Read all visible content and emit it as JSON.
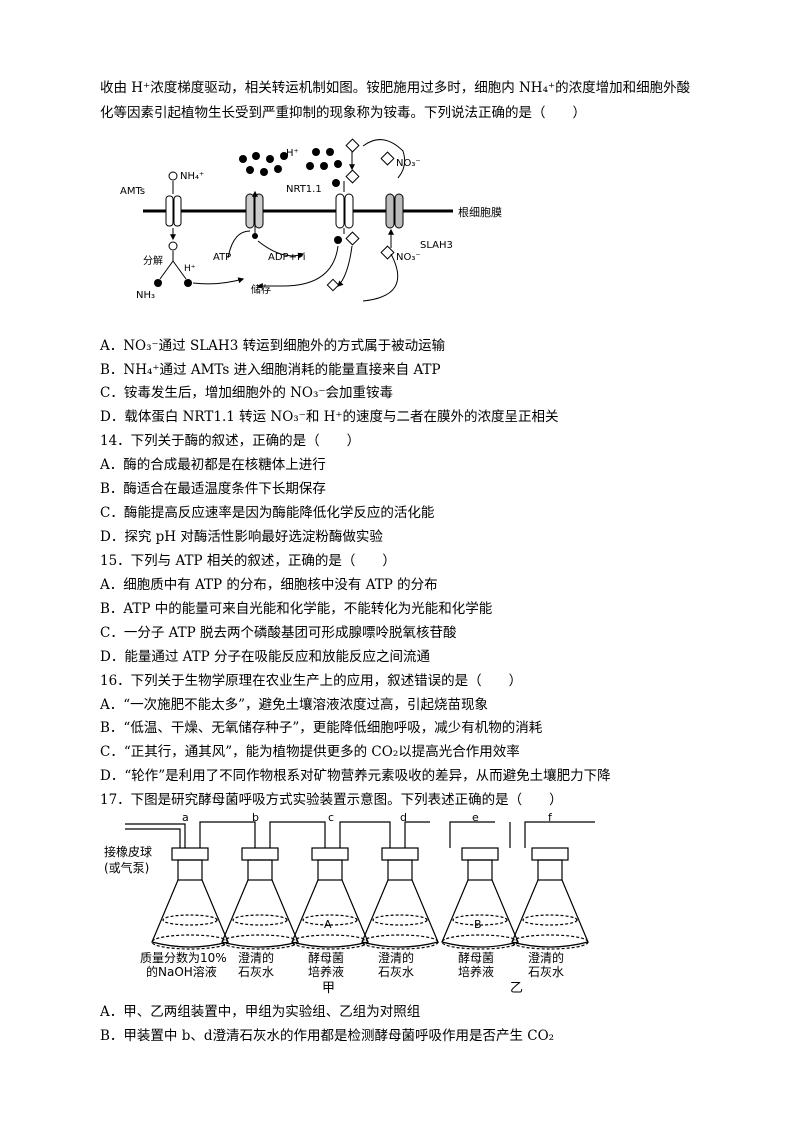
{
  "intro": {
    "line1": "收由 H⁺浓度梯度驱动，相关转运机制如图。铵肥施用过多时，细胞内 NH₄⁺的浓度增加和细胞外酸",
    "line2": "化等因素引起植物生长受到严重抑制的现象称为铵毒。下列说法正确的是（　　）"
  },
  "figure1": {
    "h_plus": "H⁺",
    "nh4": "NH₄⁺",
    "amts": "AMTs",
    "nrt": "NRT1.1",
    "no3_top": "NO₃⁻",
    "no3_bottom": "NO₃⁻",
    "membrane": "根细胞膜",
    "slah3": "SLAH3",
    "fenjie": "分解",
    "h_plus_in": "H⁺",
    "nh3": "NH₃",
    "atp": "ATP",
    "adp": "ADP+Pi",
    "chucun": "储存"
  },
  "q13": {
    "A": "A．NO₃⁻通过 SLAH3 转运到细胞外的方式属于被动运输",
    "B": "B．NH₄⁺通过 AMTs 进入细胞消耗的能量直接来自 ATP",
    "C": "C．铵毒发生后，增加细胞外的 NO₃⁻会加重铵毒",
    "D": "D．载体蛋白 NRT1.1 转运 NO₃⁻和 H⁺的速度与二者在膜外的浓度呈正相关"
  },
  "q14": {
    "stem": "14．下列关于酶的叙述，正确的是（　　）",
    "A": "A．酶的合成最初都是在核糖体上进行",
    "B": "B．酶适合在最适温度条件下长期保存",
    "C": "C．酶能提高反应速率是因为酶能降低化学反应的活化能",
    "D": "D．探究 pH 对酶活性影响最好选淀粉酶做实验"
  },
  "q15": {
    "stem": "15．下列与 ATP 相关的叙述，正确的是（　　）",
    "A": "A．细胞质中有 ATP 的分布，细胞核中没有 ATP 的分布",
    "B": "B．ATP 中的能量可来自光能和化学能，不能转化为光能和化学能",
    "C": "C．一分子 ATP 脱去两个磷酸基团可形成腺嘌呤脱氧核苷酸",
    "D": "D．能量通过 ATP 分子在吸能反应和放能反应之间流通"
  },
  "q16": {
    "stem": "16．下列关于生物学原理在农业生产上的应用，叙述错误的是（　　）",
    "A": "A．“一次施肥不能太多”，避免土壤溶液浓度过高，引起烧苗现象",
    "B": "B．“低温、干燥、无氧储存种子”，更能降低细胞呼吸，减少有机物的消耗",
    "C": "C．“正其行，通其风”，能为植物提供更多的 CO₂以提高光合作用效率",
    "D": "D．“轮作”是利用了不同作物根系对矿物营养元素吸收的差异，从而避免土壤肥力下降"
  },
  "q17": {
    "stem": "17．下图是研究酵母菌呼吸方式实验装置示意图。下列表述正确的是（　　）",
    "A": "A．甲、乙两组装置中，甲组为实验组、乙组为对照组",
    "B": "B．甲装置中 b、d澄清石灰水的作用都是检测酵母菌呼吸作用是否产生 CO₂"
  },
  "figure2": {
    "pump1": "接橡皮球",
    "pump2": "(或气泵)",
    "a": "a",
    "b": "b",
    "c": "c",
    "d": "d",
    "e": "e",
    "f": "f",
    "A": "A",
    "B": "B",
    "label1a": "质量分数为10%",
    "label1b": "的NaOH溶液",
    "label2a": "澄清的",
    "label2b": "石灰水",
    "label3a": "酵母菌",
    "label3b": "培养液",
    "label4a": "澄清的",
    "label4b": "石灰水",
    "label5a": "酵母菌",
    "label5b": "培养液",
    "label6a": "澄清的",
    "label6b": "石灰水",
    "jia": "甲",
    "yi": "乙"
  }
}
